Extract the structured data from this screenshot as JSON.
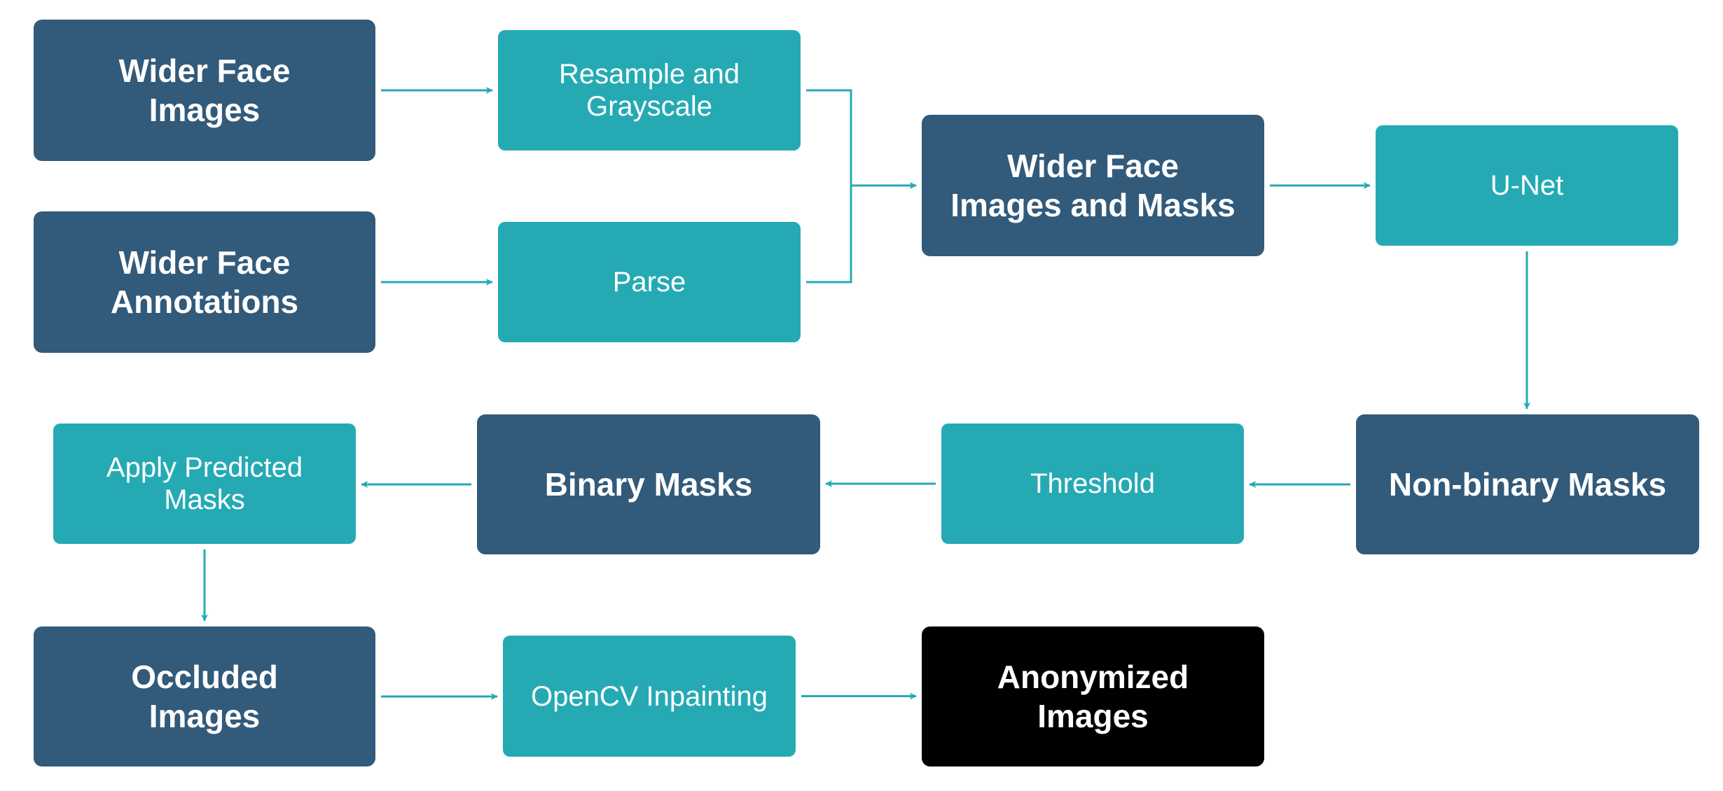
{
  "colors": {
    "data_node": "#325a7a",
    "process_node": "#25aab4",
    "final_node": "#000000",
    "arrow": "#25aab4",
    "text": "#ffffff"
  },
  "nodes": {
    "wider_face_images": "Wider Face\nImages",
    "wider_face_annotations": "Wider Face\nAnnotations",
    "resample_grayscale": "Resample and\nGrayscale",
    "parse": "Parse",
    "wider_face_images_masks": "Wider Face\nImages and Masks",
    "unet": "U-Net",
    "non_binary_masks": "Non-binary Masks",
    "threshold": "Threshold",
    "binary_masks": "Binary Masks",
    "apply_predicted_masks": "Apply Predicted\nMasks",
    "occluded_images": "Occluded\nImages",
    "opencv_inpainting": "OpenCV Inpainting",
    "anonymized_images": "Anonymized\nImages"
  },
  "edges": [
    {
      "from": "wider_face_images",
      "to": "resample_grayscale"
    },
    {
      "from": "wider_face_annotations",
      "to": "parse"
    },
    {
      "from": "resample_grayscale",
      "to": "wider_face_images_masks"
    },
    {
      "from": "parse",
      "to": "wider_face_images_masks"
    },
    {
      "from": "wider_face_images_masks",
      "to": "unet"
    },
    {
      "from": "unet",
      "to": "non_binary_masks"
    },
    {
      "from": "non_binary_masks",
      "to": "threshold"
    },
    {
      "from": "threshold",
      "to": "binary_masks"
    },
    {
      "from": "binary_masks",
      "to": "apply_predicted_masks"
    },
    {
      "from": "apply_predicted_masks",
      "to": "occluded_images"
    },
    {
      "from": "occluded_images",
      "to": "opencv_inpainting"
    },
    {
      "from": "opencv_inpainting",
      "to": "anonymized_images"
    }
  ]
}
